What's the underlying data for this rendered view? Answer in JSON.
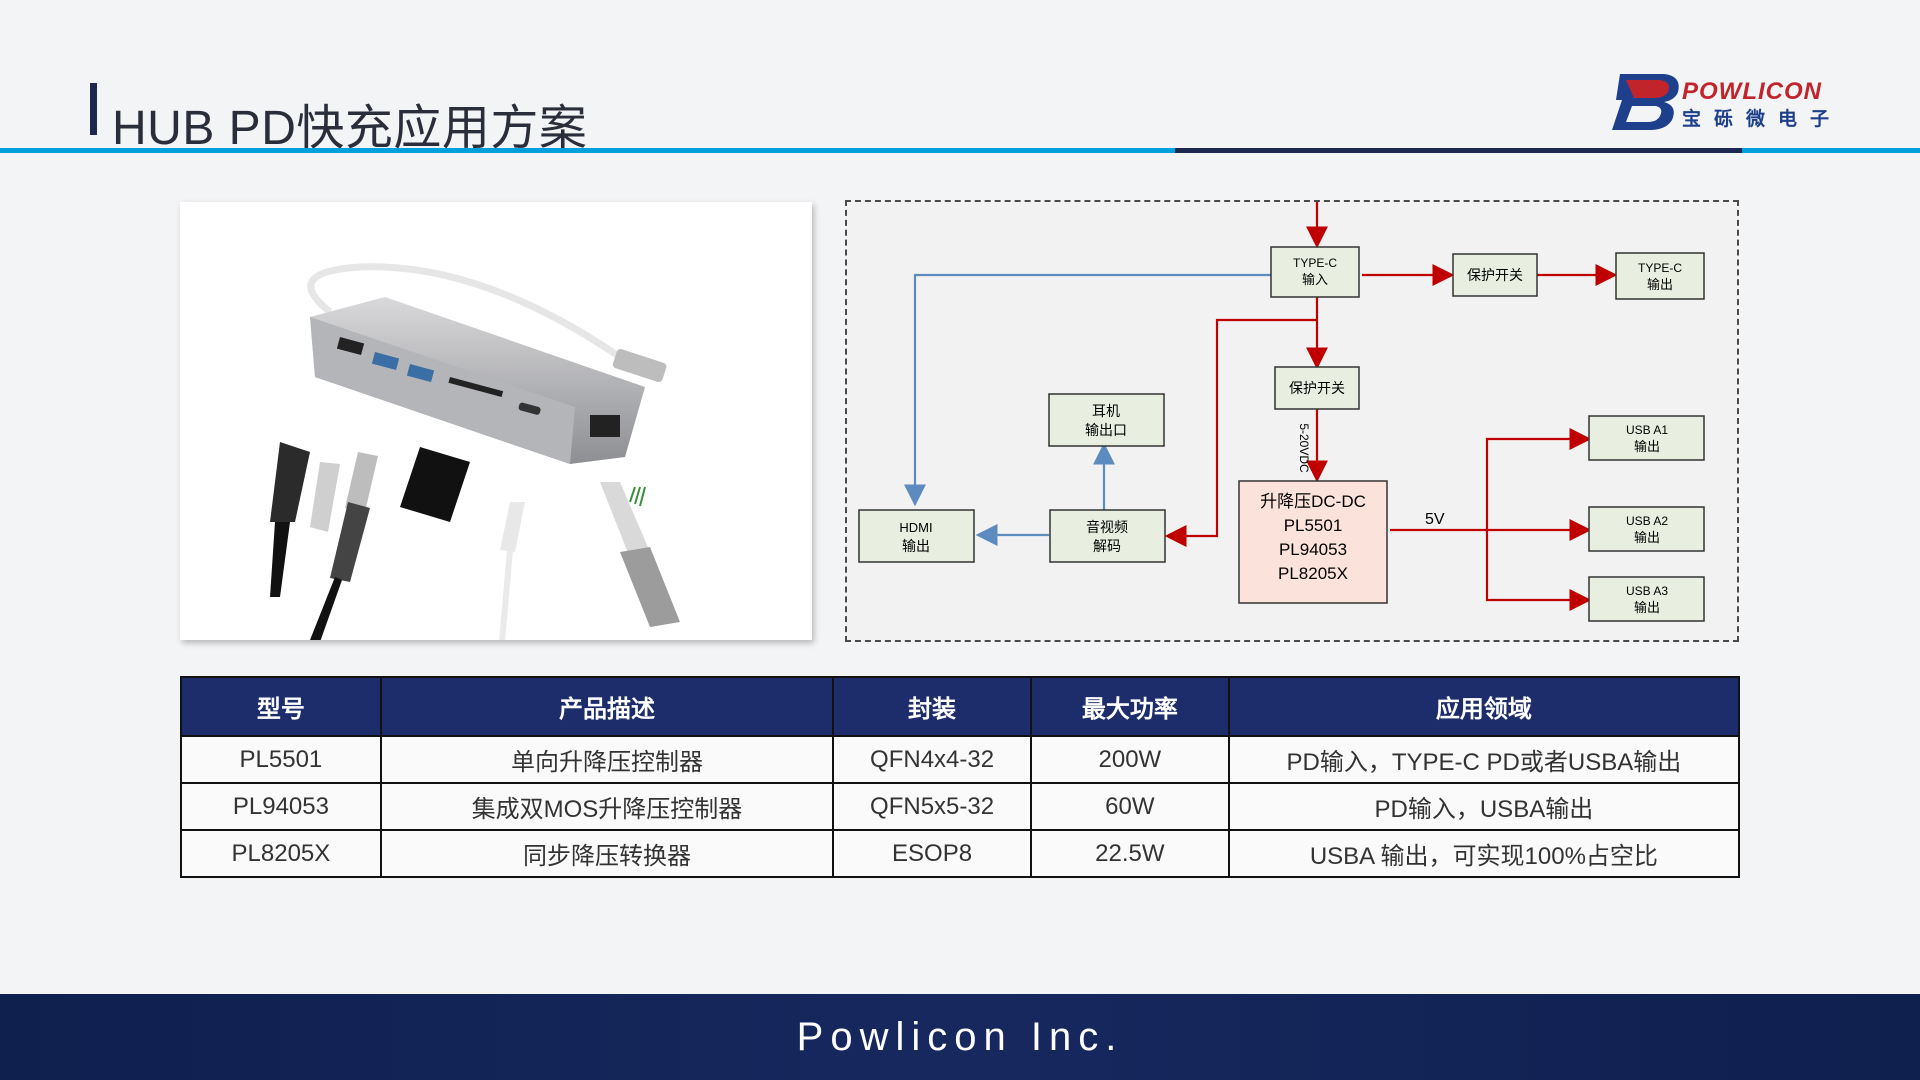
{
  "title": "HUB PD快充应用方案",
  "logo": {
    "brand_en": "POWLICON",
    "brand_cn": "宝砾微电子"
  },
  "diagram": {
    "type_c_in": [
      "TYPE-C",
      "输入"
    ],
    "protect_switch_top": "保护开关",
    "type_c_out": [
      "TYPE-C",
      "输出"
    ],
    "protect_switch_mid": "保护开关",
    "voltage_label": "5-20VDC",
    "dcdc": [
      "升降压DC-DC",
      "PL5501",
      "PL94053",
      "PL8205X"
    ],
    "five_v": "5V",
    "usb_a1": [
      "USB A1",
      "输出"
    ],
    "usb_a2": [
      "USB A2",
      "输出"
    ],
    "usb_a3": [
      "USB A3",
      "输出"
    ],
    "earphone": [
      "耳机",
      "输出口"
    ],
    "av_decode": [
      "音视频",
      "解码"
    ],
    "hdmi": [
      "HDMI",
      "输出"
    ],
    "colors": {
      "power": "#c00000",
      "signal": "#5b8bbf",
      "box": "#e8efe0",
      "dcdc": "#fbe3dc"
    }
  },
  "table": {
    "headers": [
      "型号",
      "产品描述",
      "封装",
      "最大功率",
      "应用领域"
    ],
    "rows": [
      [
        "PL5501",
        "单向升降压控制器",
        "QFN4x4-32",
        "200W",
        "PD输入，TYPE-C PD或者USBA输出"
      ],
      [
        "PL94053",
        "集成双MOS升降压控制器",
        "QFN5x5-32",
        "60W",
        "PD输入，USBA输出"
      ],
      [
        "PL8205X",
        "同步降压转换器",
        "ESOP8",
        "22.5W",
        "USBA 输出，可实现100%占空比"
      ]
    ]
  },
  "footer": "Powlicon Inc."
}
